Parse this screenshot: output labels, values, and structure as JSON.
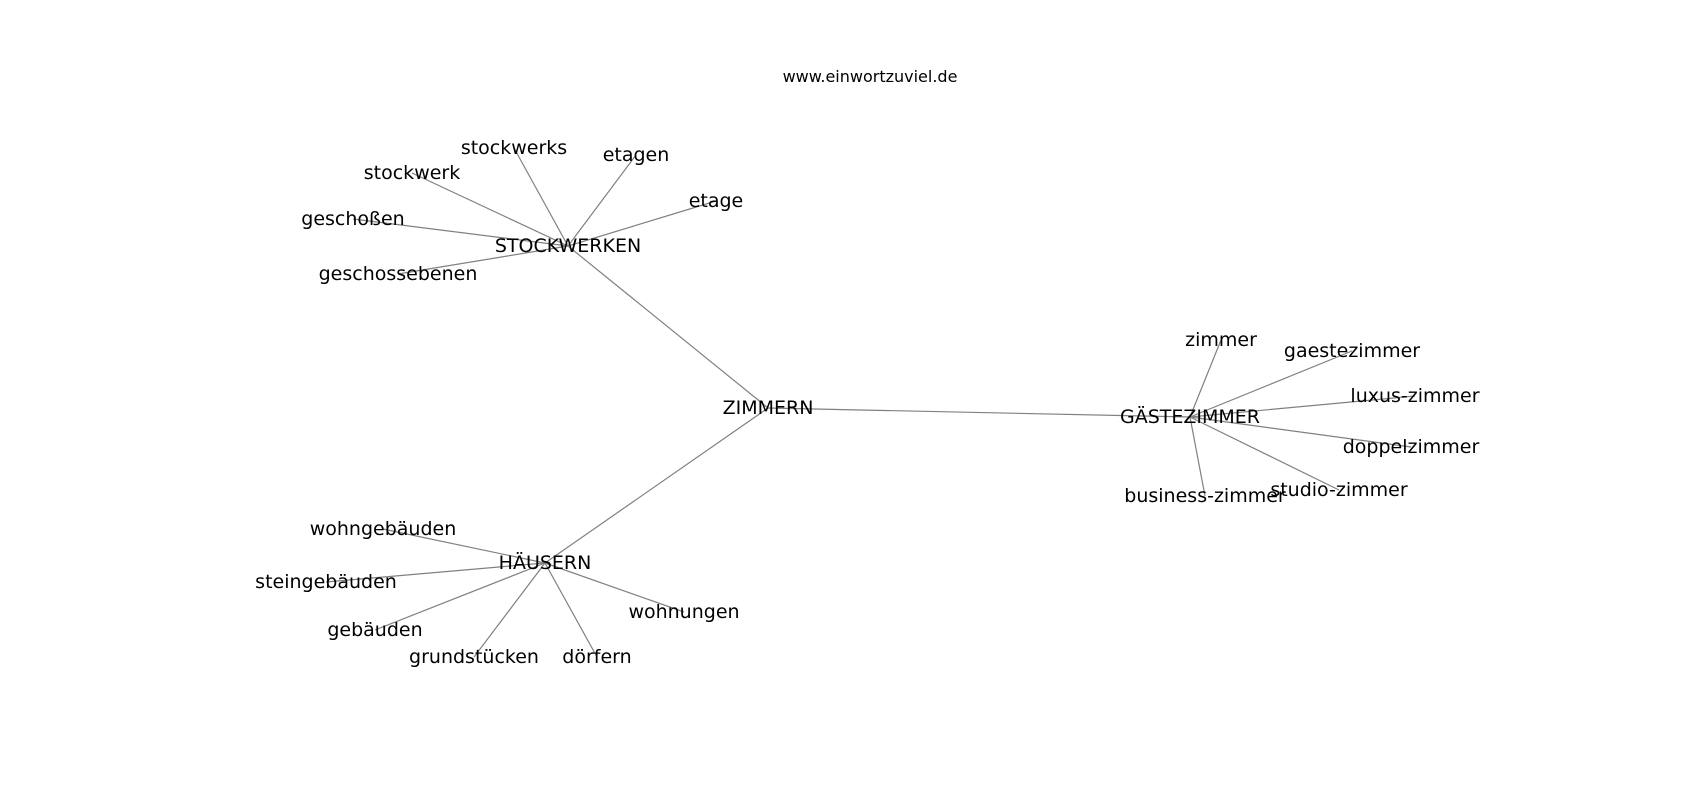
{
  "header": {
    "site": "www.einwortzuviel.de"
  },
  "style": {
    "edge_color": "#808080",
    "text_color": "#000000",
    "background": "#ffffff"
  },
  "graph": {
    "center": {
      "id": "zimmern",
      "label": "ZIMMERN"
    },
    "hubs": [
      {
        "id": "stockwerken",
        "label": "STOCKWERKEN",
        "leaves": [
          {
            "id": "stockwerks",
            "label": "stockwerks"
          },
          {
            "id": "etagen",
            "label": "etagen"
          },
          {
            "id": "stockwerk",
            "label": "stockwerk"
          },
          {
            "id": "etage",
            "label": "etage"
          },
          {
            "id": "geschossen",
            "label": "geschoßen"
          },
          {
            "id": "geschossebenen",
            "label": "geschossebenen"
          }
        ]
      },
      {
        "id": "gaestezimmer-hub",
        "label": "GÄSTEZIMMER",
        "leaves": [
          {
            "id": "zimmer",
            "label": "zimmer"
          },
          {
            "id": "gaestezimmer",
            "label": "gaestezimmer"
          },
          {
            "id": "luxus-zimmer",
            "label": "luxus-zimmer"
          },
          {
            "id": "doppelzimmer",
            "label": "doppelzimmer"
          },
          {
            "id": "studio-zimmer",
            "label": "studio-zimmer"
          },
          {
            "id": "business-zimmer",
            "label": "business-zimmer"
          }
        ]
      },
      {
        "id": "haeusern",
        "label": "HÄUSERN",
        "leaves": [
          {
            "id": "wohngebaeuden",
            "label": "wohngebäuden"
          },
          {
            "id": "steingebaeuden",
            "label": "steingebäuden"
          },
          {
            "id": "gebaeuden",
            "label": "gebäuden"
          },
          {
            "id": "grundstuecken",
            "label": "grundstücken"
          },
          {
            "id": "doerfern",
            "label": "dörfern"
          },
          {
            "id": "wohnungen",
            "label": "wohnungen"
          }
        ]
      }
    ]
  }
}
